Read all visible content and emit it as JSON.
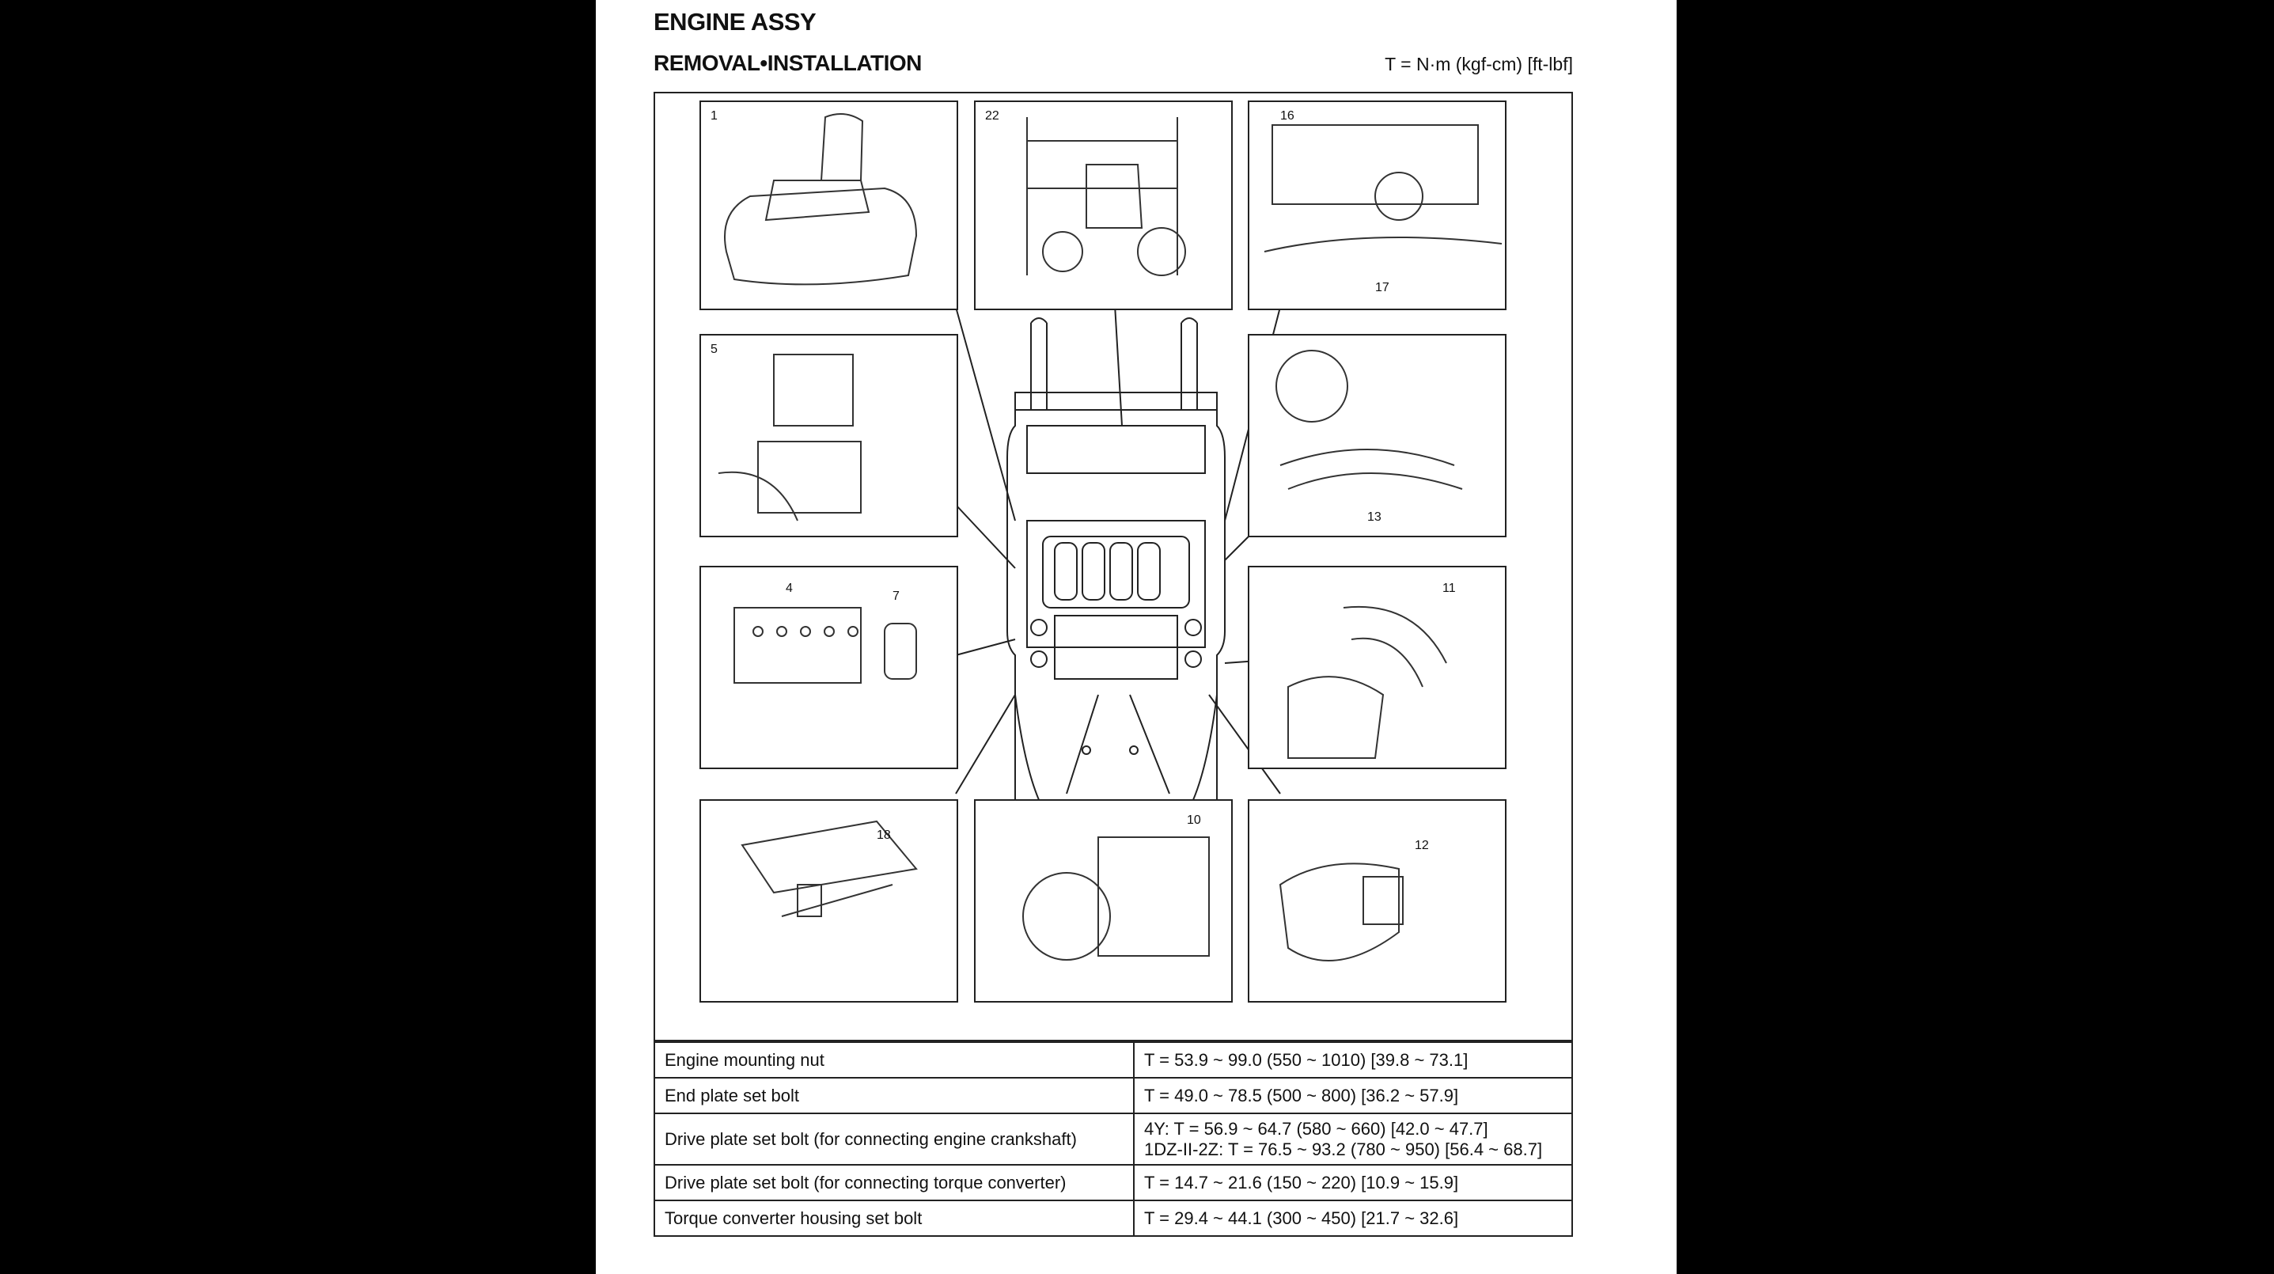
{
  "header": {
    "title": "ENGINE ASSY",
    "subtitle": "REMOVAL•INSTALLATION",
    "torque_units": "T = N·m (kgf-cm) [ft-lbf]"
  },
  "figure": {
    "panel_numbers": [
      "1",
      "22",
      "16",
      "17",
      "5",
      "13",
      "4",
      "7",
      "11",
      "18",
      "10",
      "12"
    ]
  },
  "spec_table": [
    {
      "part": "Engine mounting nut",
      "torque": [
        "T = 53.9 ~ 99.0 (550 ~ 1010) [39.8 ~ 73.1]"
      ]
    },
    {
      "part": "End plate set bolt",
      "torque": [
        "T = 49.0 ~ 78.5 (500 ~ 800) [36.2 ~ 57.9]"
      ]
    },
    {
      "part": "Drive plate set bolt (for connecting engine crankshaft)",
      "torque": [
        "4Y: T = 56.9 ~ 64.7 (580 ~ 660) [42.0 ~ 47.7]",
        "1DZ-II-2Z: T = 76.5 ~ 93.2 (780 ~ 950) [56.4 ~ 68.7]"
      ]
    },
    {
      "part": "Drive plate set bolt (for connecting torque converter)",
      "torque": [
        "T = 14.7 ~ 21.6 (150 ~ 220) [10.9 ~ 15.9]"
      ]
    },
    {
      "part": "Torque converter housing set bolt",
      "torque": [
        "T = 29.4 ~ 44.1 (300 ~ 450) [21.7 ~ 32.6]"
      ]
    }
  ]
}
